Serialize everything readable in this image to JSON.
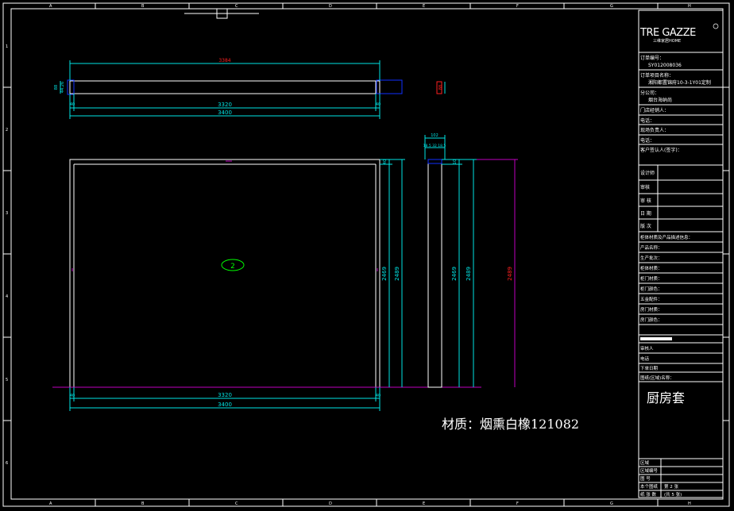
{
  "colors": {
    "background": "#000000",
    "frame": "#ffffff",
    "dimension": "#00e5e5",
    "accent_magenta": "#c000c0",
    "balloon": "#00ff00",
    "blue": "#1030ff",
    "red": "#ff2020"
  },
  "top_view": {
    "overall_red": "3384",
    "left_height": "88",
    "left_height2": "44.26",
    "inner_width": "3320",
    "outer_width": "3400",
    "left_end": "40",
    "right_end": "40",
    "side_height": "88"
  },
  "front_view": {
    "balloon": "2",
    "height_1": "2469",
    "height_2": "2489",
    "bottom_inner": "3320",
    "bottom_outer": "3400",
    "bottom_left": "40",
    "bottom_right": "40",
    "top_left": "40"
  },
  "side_view": {
    "top_width": "102",
    "top_detail": "18.5 32 18.5",
    "height_1": "2469",
    "height_2": "2489",
    "height_overall": "2489",
    "top_small": "10"
  },
  "material_note": "材质：烟熏白橡121082",
  "title_block": {
    "logo_text": "TRE GAZZE",
    "logo_sub": "三维家居HOME",
    "rows": [
      {
        "label": "订单编号：",
        "value": ""
      },
      {
        "label": "",
        "value": "SY012008036"
      },
      {
        "label": "订单项目名称：",
        "value": ""
      },
      {
        "label": "",
        "value": "湘阳都置锦府10-3-1Y01定制"
      },
      {
        "label": "分公司：",
        "value": ""
      },
      {
        "label": "",
        "value": "烟台海纳尚"
      },
      {
        "label": "门店经销人：",
        "value": ""
      },
      {
        "label": "电话：",
        "value": ""
      },
      {
        "label": "现场负责人：",
        "value": ""
      },
      {
        "label": "电话：",
        "value": ""
      },
      {
        "label": "客户签认人(签字)：",
        "value": ""
      }
    ],
    "sign_rows": [
      {
        "label": "设计师",
        "value": ""
      },
      {
        "label": "审核",
        "value": ""
      },
      {
        "label": "审 核",
        "value": ""
      },
      {
        "label": "日 期",
        "value": ""
      },
      {
        "label": "版 次",
        "value": ""
      }
    ],
    "product_header": "柜体材质及产品描述信息：",
    "product_rows": [
      {
        "label": "产品名称：",
        "value": ""
      },
      {
        "label": "生产批次：",
        "value": ""
      },
      {
        "label": "柜体材质：",
        "value": ""
      },
      {
        "label": "柜门材质：",
        "value": ""
      },
      {
        "label": "柜门颜色：",
        "value": ""
      },
      {
        "label": "五金配件：",
        "value": ""
      },
      {
        "label": "房门材质：",
        "value": ""
      },
      {
        "label": "房门颜色：",
        "value": ""
      }
    ],
    "approve_rows": [
      {
        "label": "审核人",
        "value": ""
      },
      {
        "label": "电话",
        "value": ""
      },
      {
        "label": "下单日期",
        "value": ""
      }
    ],
    "drawing_name_label": "图纸(区域)名称：",
    "drawing_name": "厨房套",
    "bottom_rows": [
      {
        "label": "区域",
        "value": ""
      },
      {
        "label": "区域编号",
        "value": ""
      },
      {
        "label": "图 号",
        "value": ""
      },
      {
        "label": "本个图纸",
        "value": "第 2 张"
      },
      {
        "label": "纸 张 数",
        "value": "(共 5 张)"
      }
    ]
  },
  "border_letters": [
    "A",
    "B",
    "C",
    "D",
    "E",
    "F",
    "G",
    "H"
  ],
  "border_numbers": [
    "1",
    "2",
    "3",
    "4",
    "5",
    "6"
  ]
}
